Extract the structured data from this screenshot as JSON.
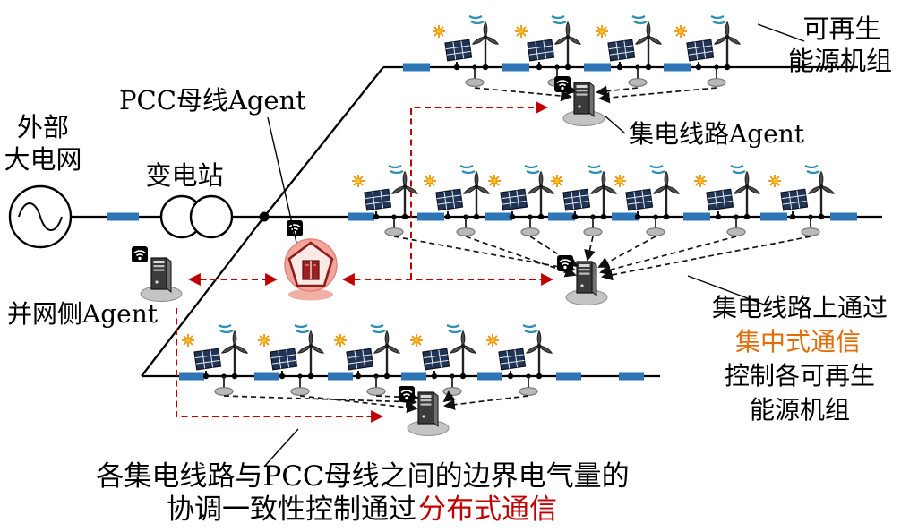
{
  "labels": {
    "external_grid_1": "外部",
    "external_grid_2": "大电网",
    "substation": "变电站",
    "pcc_bus_agent": "PCC母线Agent",
    "grid_side_agent": "并网侧Agent",
    "renewable_1": "可再生",
    "renewable_2": "能源机组",
    "collector_agent": "集电线路Agent",
    "right_note_1": "集电线路上通过",
    "right_note_2": "集中式通信",
    "right_note_3": "控制各可再生",
    "right_note_4": "能源机组",
    "bottom_note_1": "各集电线路与PCC母线之间的边界电气量的",
    "bottom_note_2a": "协调一致性控制通过",
    "bottom_note_2b": "分布式通信"
  },
  "colors": {
    "distributed_comm_red": "#c00000",
    "centralized_comm_orange": "#e36c09",
    "breaker_blue": "#2e75b6",
    "pcc_highlight_red": "#f2a59c",
    "wind_mark_teal": "#2f8fae"
  }
}
